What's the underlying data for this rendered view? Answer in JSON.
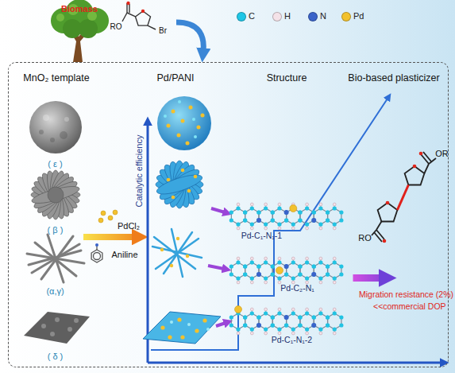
{
  "diagram": {
    "nodes": [
      {
        "text": [
          "MnO₂ template",
          "Pd/PANI",
          "Structure",
          "Bio-based plasticizer"
        ]
      },
      {
        "text": [
          "( ε )"
        ],
        "in": 0
      },
      {
        "text": [
          "( β )"
        ],
        "in": 0
      },
      {
        "text": [
          "(α,γ)"
        ],
        "in": 0
      },
      {
        "text": [
          "( δ )"
        ],
        "in": 0
      },
      {
        "text": [
          "Pd-C₁-N₁-1"
        ],
        "in": 0
      },
      {
        "text": [
          "Pd-C₂-N₁"
        ],
        "in": 0
      },
      {
        "text": [
          "Pd-C₁-N₁-2"
        ],
        "in": 0
      },
      {
        "text": [
          "RO",
          "OR"
        ],
        "in": 0
      }
    ],
    "edges": [
      {
        "from": 6,
        "to": 8,
        "arrow": "to"
      }
    ],
    "labels": [
      "Biomass",
      "RO",
      "Br",
      "PdCl₂",
      "Aniline",
      "Catalytic efficiency",
      "Migration resistance (2%)",
      "<<commercial DOP"
    ],
    "legend": [
      {
        "text": "C",
        "color": "#1fc6e6"
      },
      {
        "text": "H",
        "color": "#f4e2e8"
      },
      {
        "text": "N",
        "color": "#3a63c9"
      },
      {
        "text": "Pd",
        "color": "#f2c12e"
      }
    ]
  }
}
